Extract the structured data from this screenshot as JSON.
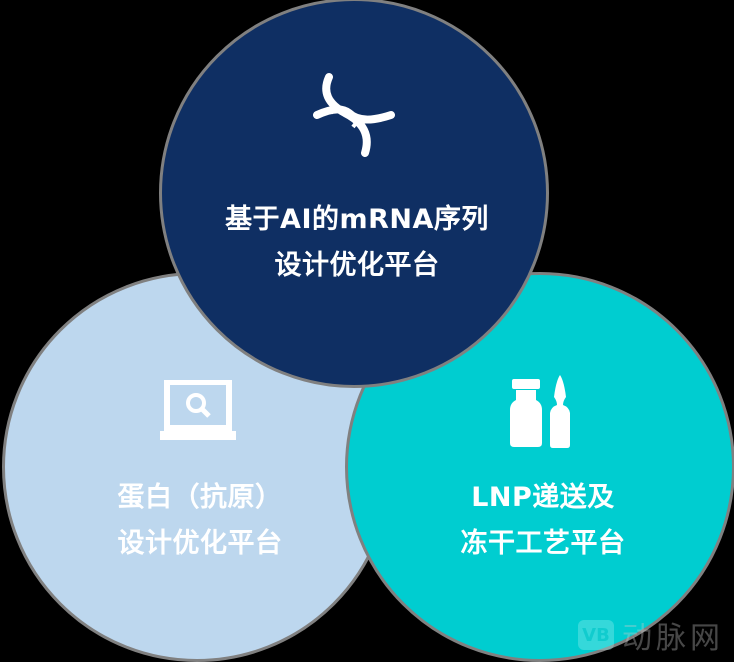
{
  "diagram": {
    "type": "three-circle overlapping venn",
    "colors": {
      "top": "#0f2f63",
      "left": "#bdd7ee",
      "right": "#00cdd0",
      "border": "#808080",
      "background": "#000000",
      "text": "#ffffff"
    },
    "circles": [
      {
        "id": "top",
        "icon": "dna-icon",
        "line1": "基于AI的mRNA序列",
        "line2": "设计优化平台"
      },
      {
        "id": "left",
        "icon": "laptop-search-icon",
        "line1": "蛋白（抗原）",
        "line2": "设计优化平台"
      },
      {
        "id": "right",
        "icon": "vial-ampoule-icon",
        "line1": "LNP递送及",
        "line2": "冻干工艺平台"
      }
    ]
  },
  "watermark": {
    "logo": "VB",
    "text": "动脉网"
  }
}
